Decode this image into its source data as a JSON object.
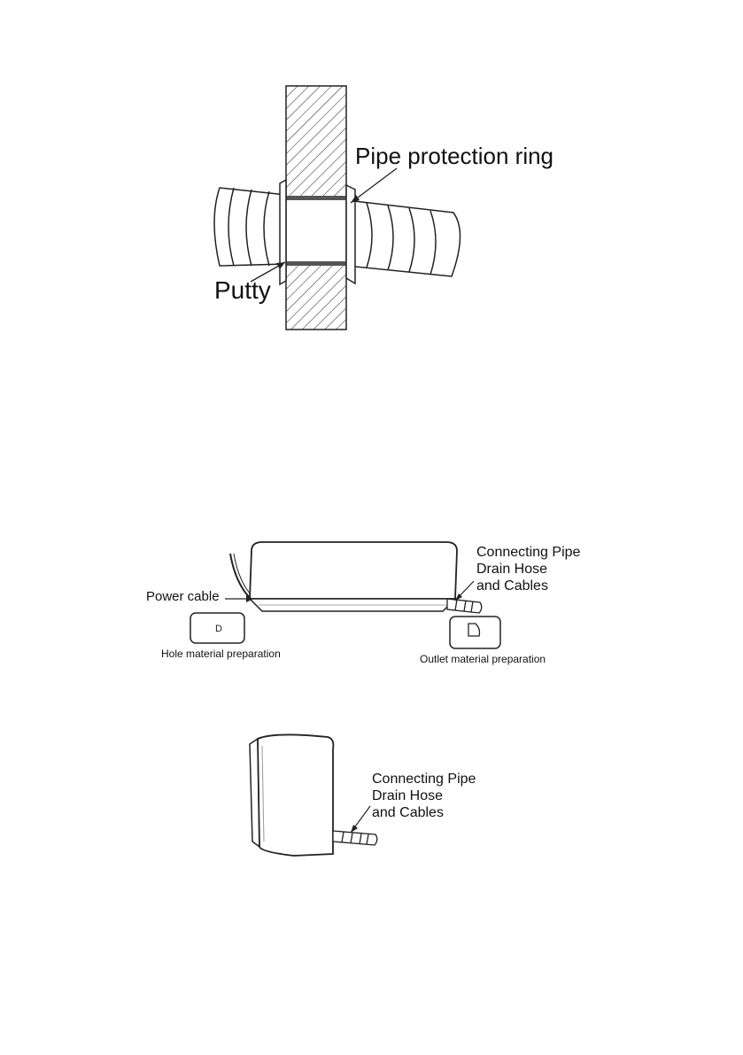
{
  "figures": {
    "wall_section": {
      "label_ring": "Pipe protection ring",
      "label_putty": "Putty"
    },
    "front_view": {
      "label_power": "Power cable",
      "label_connect": [
        "Connecting Pipe",
        "Drain Hose",
        "and Cables"
      ],
      "label_hole": "Hole material preparation",
      "label_outlet": "Outlet material preparation"
    },
    "side_view": {
      "label_connect": [
        "Connecting Pipe",
        "Drain Hose",
        "and Cables"
      ]
    }
  }
}
